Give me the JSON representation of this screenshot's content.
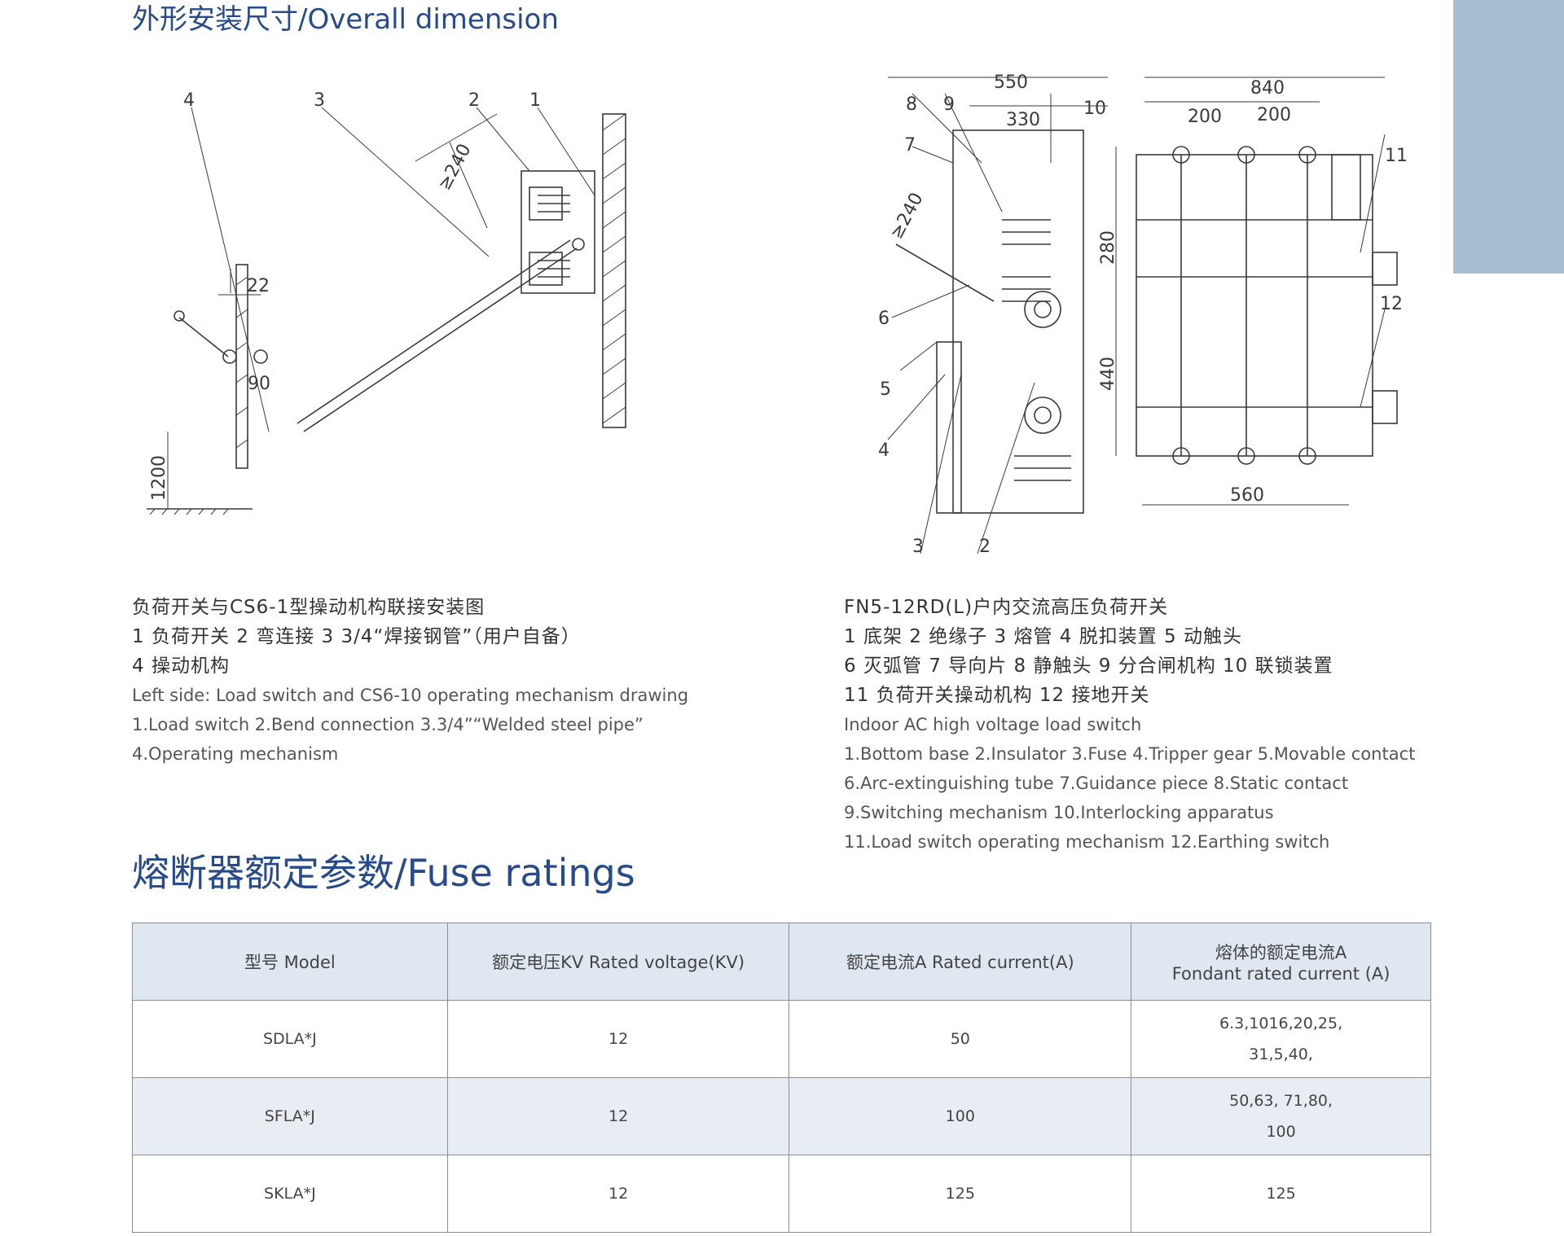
{
  "overall_dimension_title": "外形安装尺寸/Overall dimension",
  "fuse_ratings_title": "熔断器额定参数/Fuse ratings",
  "left_diagram": {
    "part_numbers": [
      "4",
      "3",
      "2",
      "1"
    ],
    "dimensions": [
      "≥240",
      "22",
      "90",
      "1200"
    ]
  },
  "right_diagram": {
    "part_numbers": [
      "8",
      "9",
      "10",
      "7",
      "6",
      "5",
      "4",
      "3",
      "2",
      "11",
      "12"
    ],
    "dimensions": [
      "550",
      "330",
      "840",
      "200",
      "200",
      "≥240",
      "280",
      "440",
      "560"
    ]
  },
  "left_caption": {
    "line1": "负荷开关与CS6-1型操动机构联接安装图",
    "line2": "1 负荷开关  2 弯连接  3  3/4“焊接钢管”（用户自备）",
    "line3": "4 操动机构",
    "line4": "Left side: Load switch and CS6-10 operating mechanism drawing",
    "line5": "1.Load switch 2.Bend connection 3.3/4”“Welded steel pipe”",
    "line6": "4.Operating mechanism"
  },
  "right_caption": {
    "line1": "FN5-12RD(L)户内交流高压负荷开关",
    "line2": "1 底架   2 绝缘子   3 熔管  4 脱扣装置    5 动触头",
    "line3": "6 灭弧管  7 导向片 8 静触头  9 分合闸机构 10 联锁装置",
    "line4": "11 负荷开关操动机构  12 接地开关",
    "line5": "Indoor AC high voltage load switch",
    "line6": "1.Bottom base 2.Insulator 3.Fuse 4.Tripper gear 5.Movable contact",
    "line7": "6.Arc-extinguishing tube 7.Guidance piece 8.Static contact",
    "line8": "9.Switching mechanism 10.Interlocking apparatus",
    "line9": "11.Load switch operating mechanism 12.Earthing switch"
  },
  "table": {
    "headers": {
      "model": "型号 Model",
      "voltage": "额定电压KV Rated voltage(KV)",
      "current": "额定电流A Rated current(A)",
      "fondant_line1": "熔体的额定电流A",
      "fondant_line2": "Fondant rated current (A)"
    },
    "rows": [
      {
        "model": "SDLA*J",
        "voltage": "12",
        "current": "50",
        "fondant_line1": "6.3,1016,20,25,",
        "fondant_line2": "31,5,40,"
      },
      {
        "model": "SFLA*J",
        "voltage": "12",
        "current": "100",
        "fondant_line1": "50,63, 71,80,",
        "fondant_line2": "100"
      },
      {
        "model": "SKLA*J",
        "voltage": "12",
        "current": "125",
        "fondant_line1": "125",
        "fondant_line2": ""
      }
    ]
  }
}
